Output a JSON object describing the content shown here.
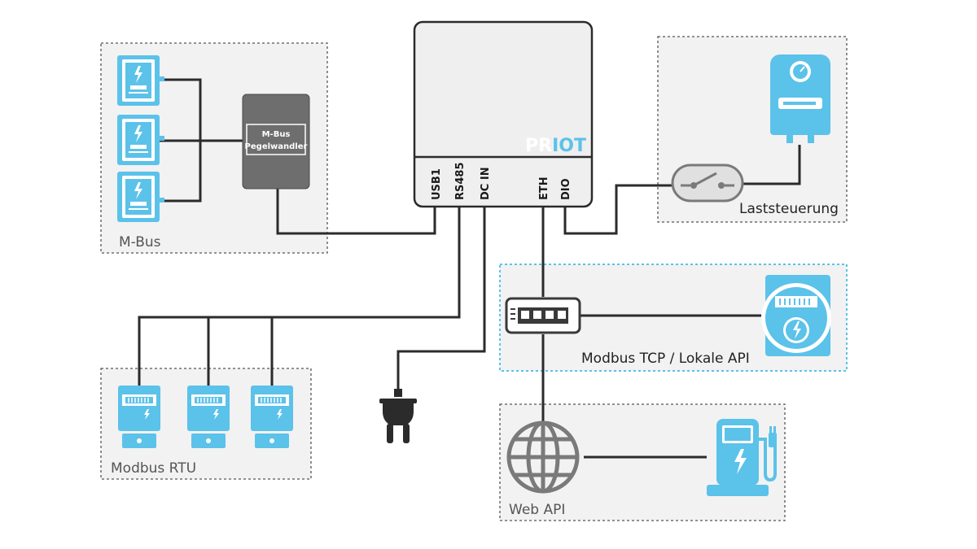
{
  "groups": {
    "mbus": "M-Bus",
    "modbus_rtu": "Modbus RTU",
    "laststeuerung": "Laststeuerung",
    "modbus_tcp": "Modbus TCP / Lokale API",
    "web_api": "Web API"
  },
  "converter": {
    "line1": "M-Bus",
    "line2": "Pegelwandler"
  },
  "device": {
    "logo_part1": "PR",
    "logo_part2": "IOT",
    "ports": [
      "USB1",
      "RS485",
      "DC IN",
      "ETH",
      "DIO"
    ]
  },
  "colors": {
    "accent": "#5bc2ea",
    "group_bg": "#f2f2f2",
    "device_bg": "#efefef",
    "converter_bg": "#6e6e6e",
    "line": "#2b2b2b",
    "gray_icon": "#7a7a7a",
    "label_gray": "#555555"
  },
  "icons": [
    "electric-meter-icon",
    "modbus-meter-icon",
    "water-heater-icon",
    "relay-switch-icon",
    "network-switch-icon",
    "smart-meter-icon",
    "power-plug-icon",
    "globe-icon",
    "ev-charger-icon"
  ]
}
